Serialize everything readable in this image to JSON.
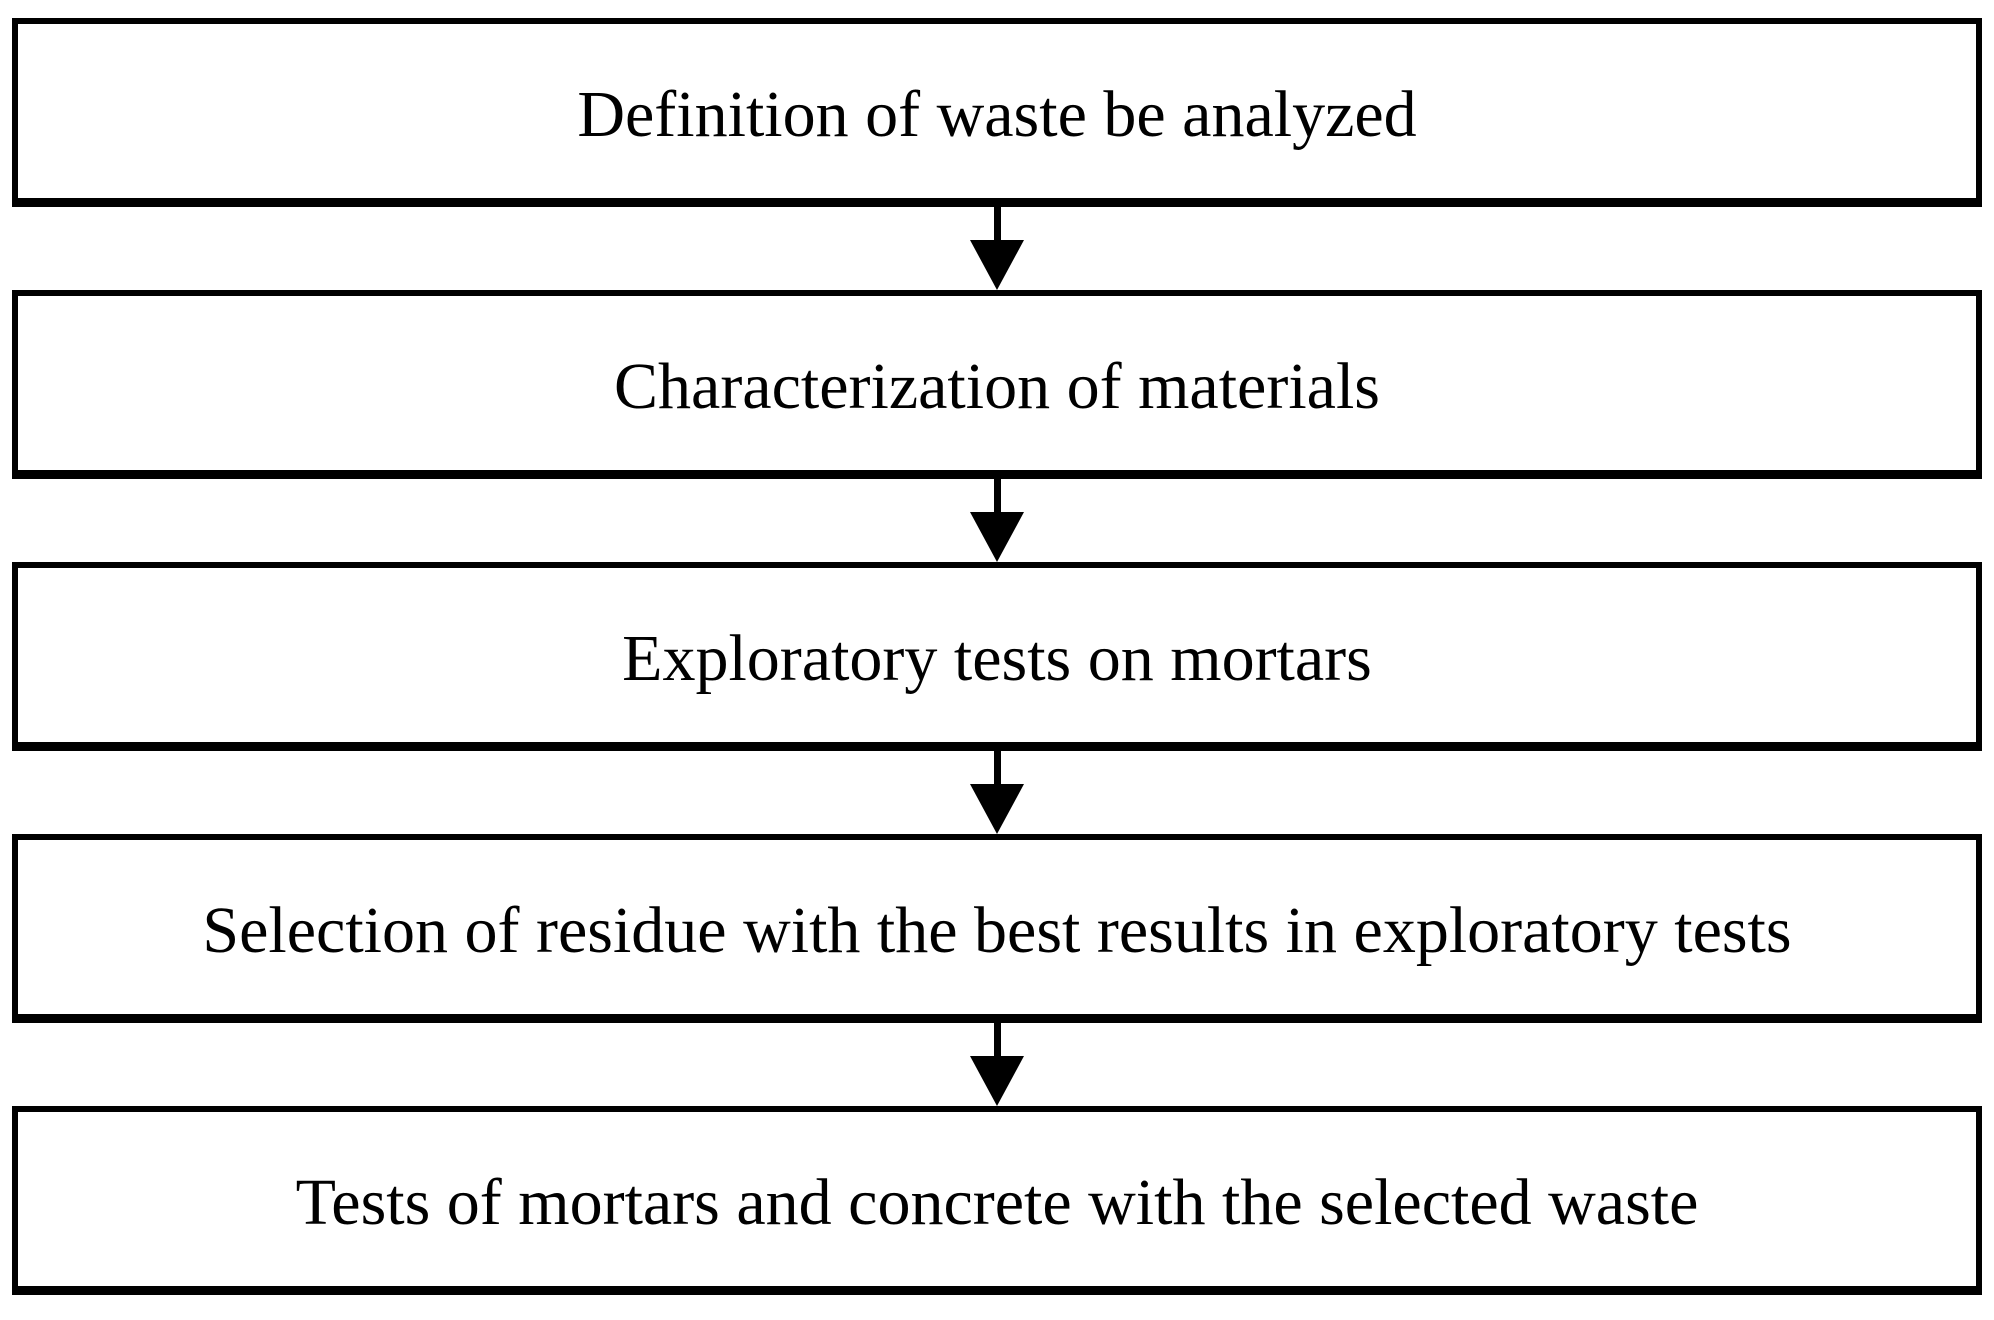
{
  "flowchart": {
    "boxes": [
      {
        "label": "Definition of waste be analyzed"
      },
      {
        "label": "Characterization of materials"
      },
      {
        "label": "Exploratory tests on mortars"
      },
      {
        "label": "Selection of residue with the best results in exploratory tests"
      },
      {
        "label": "Tests of mortars and concrete with the selected waste"
      }
    ],
    "connectors": [
      {
        "icon": "arrow-down-icon",
        "from_step": 1,
        "to_step": 2
      },
      {
        "icon": "arrow-down-icon",
        "from_step": 2,
        "to_step": 3
      },
      {
        "icon": "arrow-down-icon",
        "from_step": 3,
        "to_step": 4
      },
      {
        "icon": "arrow-down-icon",
        "from_step": 4,
        "to_step": 5
      }
    ],
    "colors": {
      "background": "#ffffff",
      "box_fill": "#ffffff",
      "border": "#000000",
      "text": "#000000",
      "arrow": "#000000"
    }
  }
}
